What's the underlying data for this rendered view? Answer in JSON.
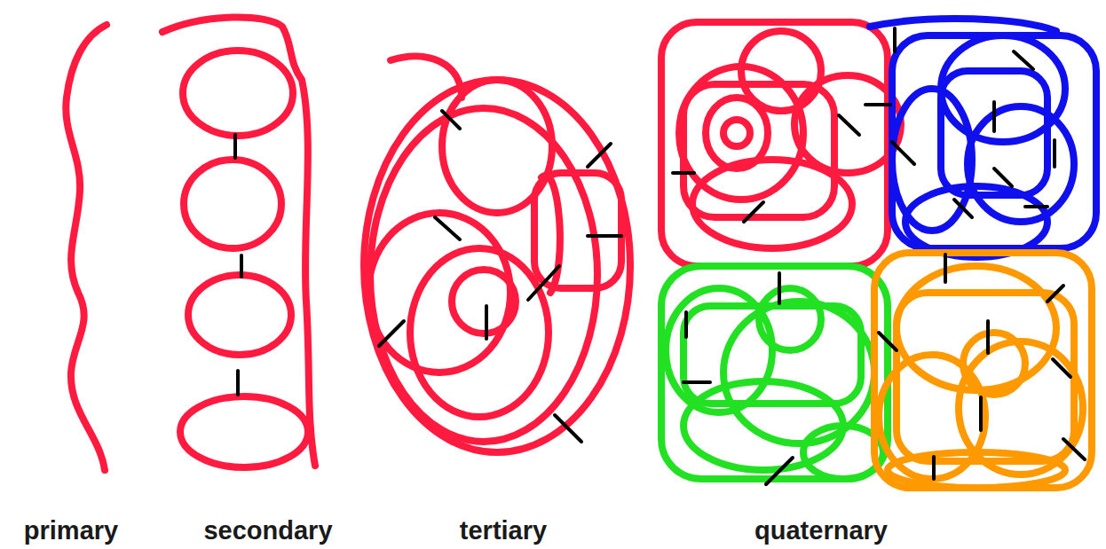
{
  "diagram": {
    "labels": [
      "primary",
      "secondary",
      "tertiary",
      "quaternary"
    ]
  }
}
